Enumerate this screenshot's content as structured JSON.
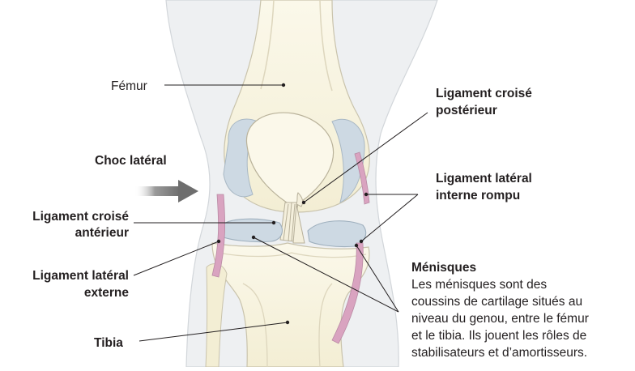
{
  "labels": {
    "femur": "Fémur",
    "choc": "Choc latéral",
    "lca_line1": "Ligament croisé",
    "lca_line2": "antérieur",
    "lle_line1": "Ligament latéral",
    "lle_line2": "externe",
    "tibia": "Tibia",
    "lcp_line1": "Ligament croisé",
    "lcp_line2": "postérieur",
    "lli_line1": "Ligament latéral",
    "lli_line2": "interne rompu",
    "menisques_title": "Ménisques",
    "menisques_desc": [
      "Les ménisques sont des",
      "coussins de cartilage situés au",
      "niveau du genou, entre le fémur",
      "et le tibia. Ils jouent les rôles de",
      "stabilisateurs et d’amortisseurs."
    ]
  },
  "colors": {
    "bone": "#f7f2dc",
    "bone_outline": "#c9c3ac",
    "skin": "#eef0f2",
    "skin_outline": "#d2d6da",
    "meniscus": "#cdd9e3",
    "ligament": "#d9a3c0",
    "arrow": "#7f7f7f",
    "leader": "#231f20"
  }
}
